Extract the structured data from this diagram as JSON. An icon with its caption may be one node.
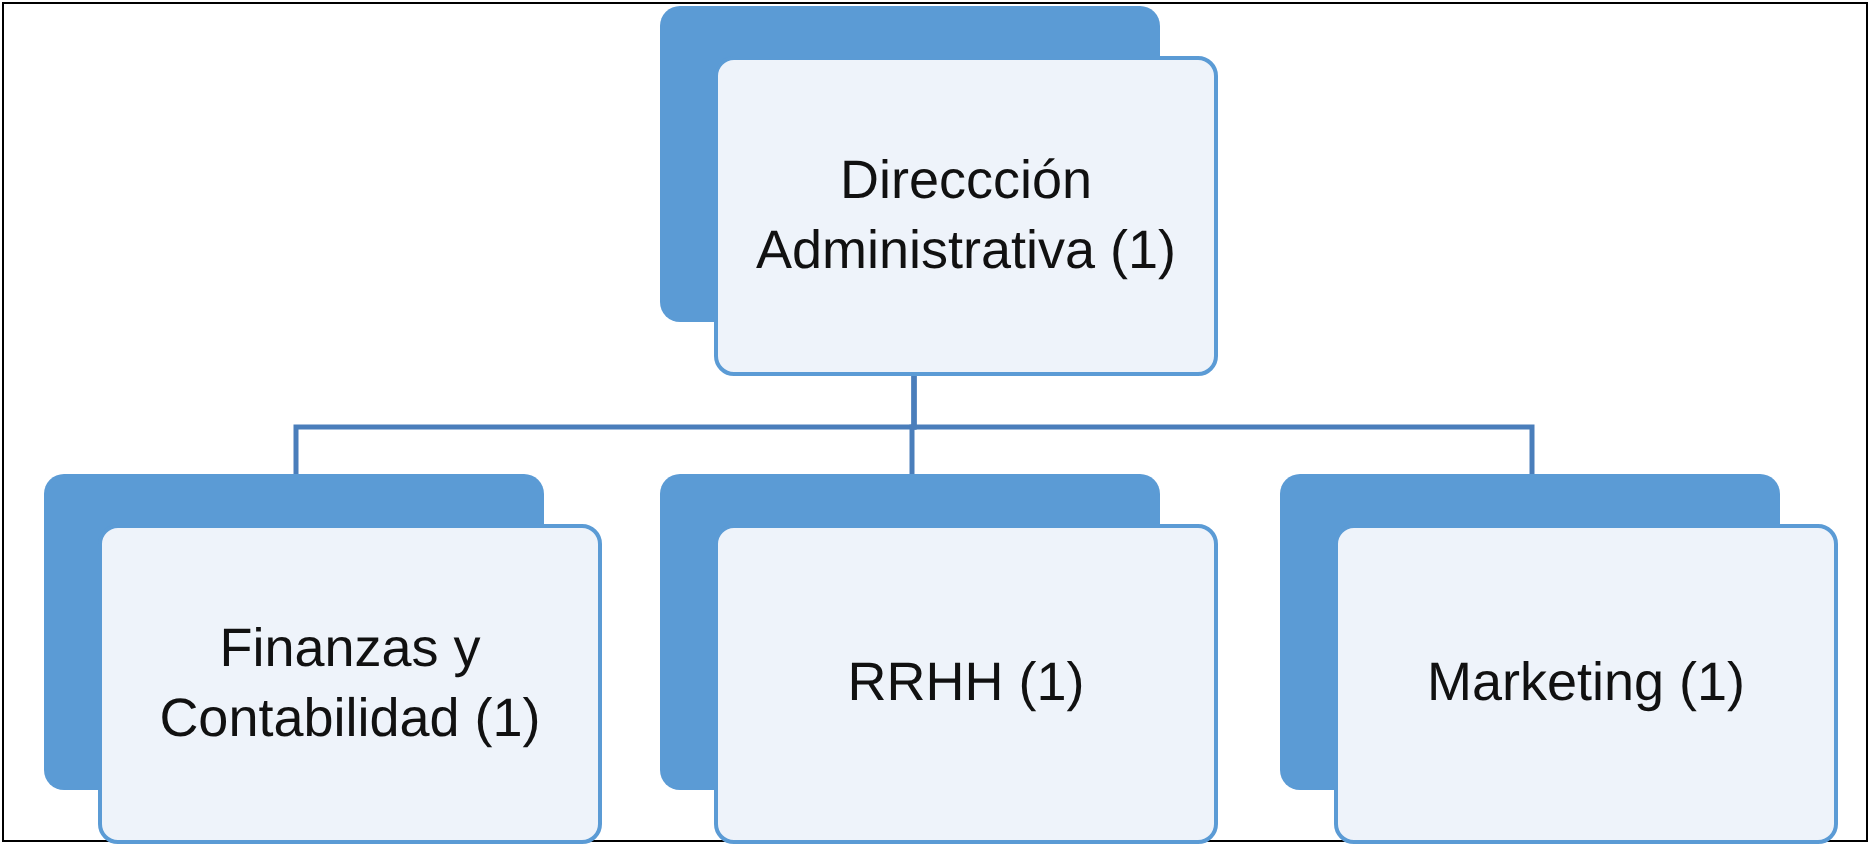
{
  "diagram": {
    "nodes": [
      {
        "text": [
          "Direccción Administrativa (1)"
        ]
      },
      {
        "text": [
          "Finanzas y Contabilidad (1)"
        ]
      },
      {
        "text": [
          "RRHH (1)"
        ]
      },
      {
        "text": [
          "Marketing (1)"
        ]
      }
    ],
    "edges": [
      {
        "from": 0,
        "to": 1,
        "arrow": "none"
      },
      {
        "from": 0,
        "to": 2,
        "arrow": "none"
      },
      {
        "from": 0,
        "to": 3,
        "arrow": "none"
      }
    ]
  }
}
